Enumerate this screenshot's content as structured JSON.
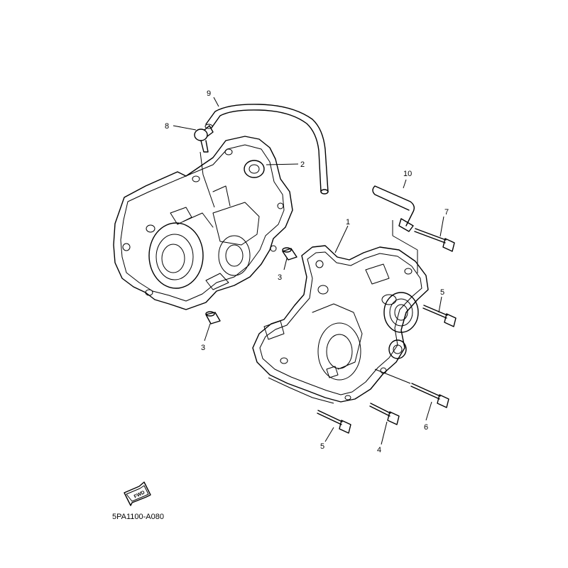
{
  "diagram": {
    "callouts": [
      {
        "id": "p1",
        "label": "1"
      },
      {
        "id": "p2",
        "label": "2"
      },
      {
        "id": "p3a",
        "label": "3"
      },
      {
        "id": "p3b",
        "label": "3"
      },
      {
        "id": "p4",
        "label": "4"
      },
      {
        "id": "p5a",
        "label": "5"
      },
      {
        "id": "p5b",
        "label": "5"
      },
      {
        "id": "p6",
        "label": "6"
      },
      {
        "id": "p7",
        "label": "7"
      },
      {
        "id": "p8",
        "label": "8"
      },
      {
        "id": "p9",
        "label": "9"
      },
      {
        "id": "p10",
        "label": "10"
      }
    ],
    "fwd_label": "FWD",
    "drawing_code": "5PA1100-A080"
  }
}
